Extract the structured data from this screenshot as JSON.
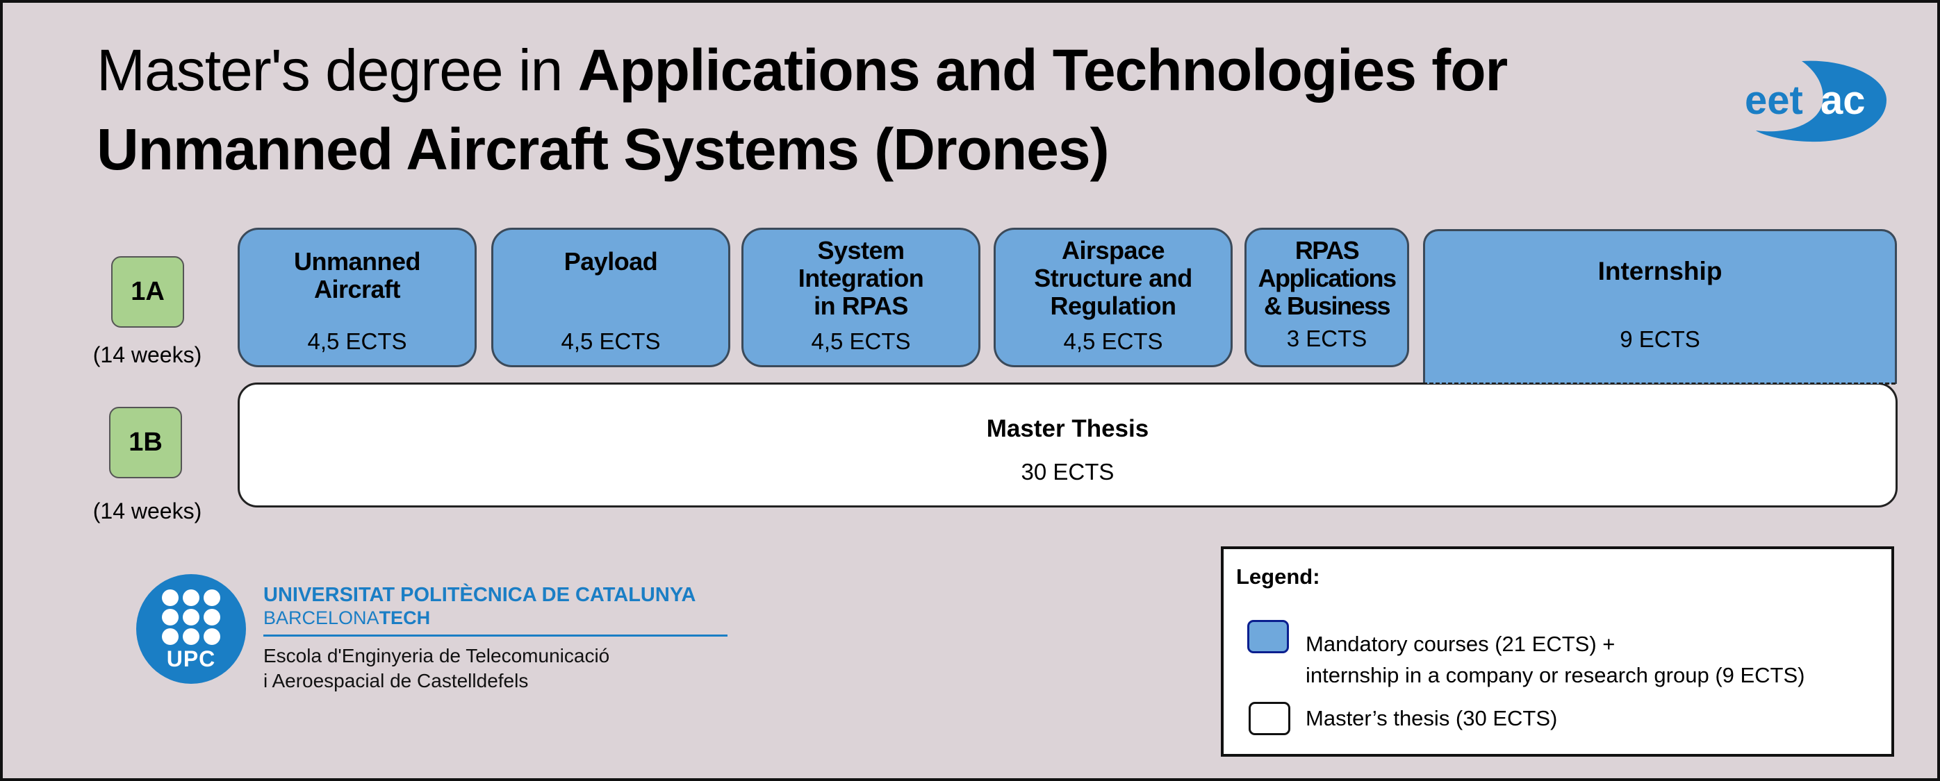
{
  "title": {
    "prefix": "Master's degree in ",
    "bold_line1": "Applications and Technologies for",
    "bold_line2": "Unmanned Aircraft Systems (Drones)"
  },
  "logos": {
    "eetac": {
      "text_dark": "eet",
      "text_light": "ac",
      "color": "#1a7ec5"
    },
    "upc": {
      "mark": "UPC",
      "line1": "UNIVERSITAT POLITÈCNICA DE CATALUNYA",
      "line2_regular": "BARCELONA",
      "line2_bold": "TECH",
      "line3": "Escola d'Enginyeria de Telecomunicació",
      "line4": "i Aeroespacial de Castelldefels",
      "color": "#1a7ec5"
    }
  },
  "semesters": [
    {
      "label": "1A",
      "duration": "(14 weeks)"
    },
    {
      "label": "1B",
      "duration": "(14 weeks)"
    }
  ],
  "courses": [
    {
      "name": "Unmanned\nAircraft",
      "ects": "4,5 ECTS"
    },
    {
      "name": "Payload",
      "ects": "4,5 ECTS"
    },
    {
      "name": "System\nIntegration\nin RPAS",
      "ects": "4,5 ECTS"
    },
    {
      "name": "Airspace\nStructure and\nRegulation",
      "ects": "4,5 ECTS"
    },
    {
      "name": "RPAS\nApplications\n& Business",
      "ects": "3 ECTS"
    }
  ],
  "internship": {
    "name": "Internship",
    "ects": "9 ECTS"
  },
  "thesis": {
    "name": "Master Thesis",
    "ects": "30 ECTS"
  },
  "legend": {
    "title": "Legend:",
    "items": [
      {
        "line1": "Mandatory courses (21 ECTS) +",
        "line2": "internship in a company or research group (9 ECTS)",
        "color": "#6fa8dc"
      },
      {
        "line1": "Master’s thesis (30 ECTS)",
        "color": "#ffffff"
      }
    ]
  },
  "colors": {
    "background": "#dcd3d7",
    "course_fill": "#6fa8dc",
    "semester_badge": "#a9d18e",
    "thesis_fill": "#ffffff"
  }
}
